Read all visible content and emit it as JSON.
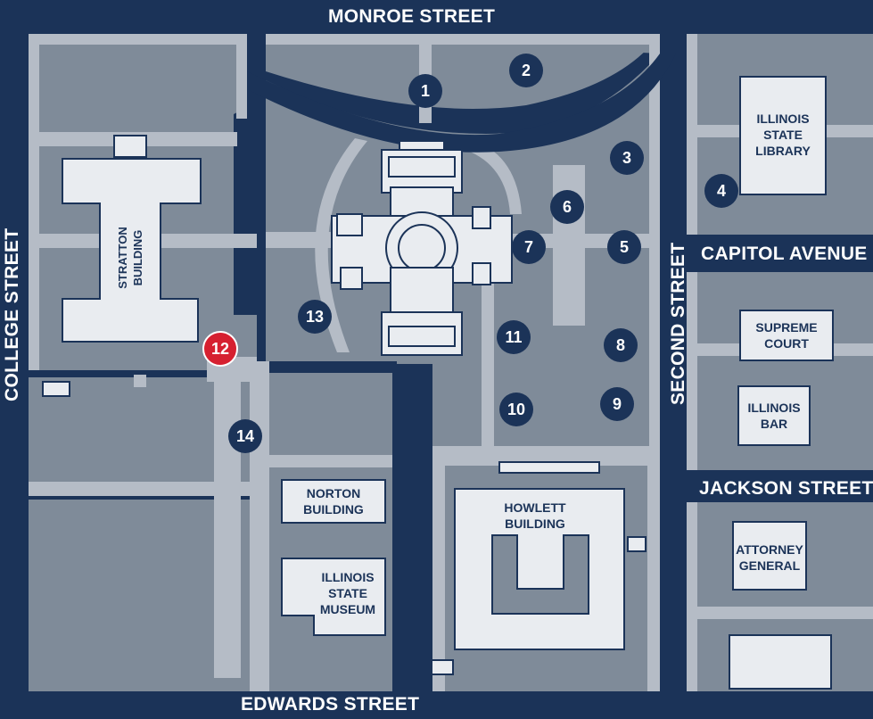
{
  "colors": {
    "road": "#1b3358",
    "block": "#7f8b99",
    "walkway": "#b5bcc6",
    "building": "#e9ecf0",
    "building_outline": "#1b3358",
    "marker": "#1b3358",
    "marker_active": "#d62030"
  },
  "streets": {
    "monroe": "MONROE STREET",
    "capitol": "CAPITOL AVENUE",
    "jackson": "JACKSON STREET",
    "edwards": "EDWARDS STREET",
    "college": "COLLEGE STREET",
    "second": "SECOND STREET"
  },
  "buildings": {
    "illinois_state_library": "ILLINOIS\nSTATE\nLIBRARY",
    "stratton": "STRATTON\nBUILDING",
    "supreme_court": "SUPREME\nCOURT",
    "illinois_bar": "ILLINOIS\nBAR",
    "norton": "NORTON\nBUILDING",
    "illinois_state_museum": "ILLINOIS\nSTATE\nMUSEUM",
    "howlett": "HOWLETT\nBUILDING",
    "attorney_general": "ATTORNEY\nGENERAL"
  },
  "markers": {
    "m1": "1",
    "m2": "2",
    "m3": "3",
    "m4": "4",
    "m5": "5",
    "m6": "6",
    "m7": "7",
    "m8": "8",
    "m9": "9",
    "m10": "10",
    "m11": "11",
    "m12": "12",
    "m13": "13",
    "m14": "14"
  },
  "active_marker": "12"
}
